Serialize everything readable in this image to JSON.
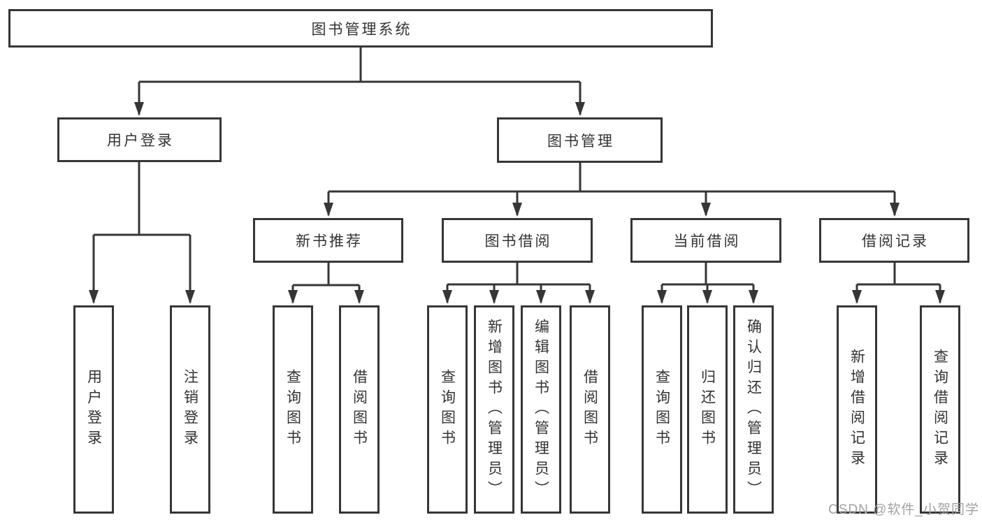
{
  "diagram": {
    "type": "hierarchy-tree",
    "nodes": {
      "root": "图书管理系统",
      "user_login": "用户登录",
      "book_mgmt": "图书管理",
      "new_book": "新书推荐",
      "book_borrow": "图书借阅",
      "current_borrow": "当前借阅",
      "borrow_record": "借阅记录",
      "leaf_login": "用户登录",
      "leaf_logout": "注销登录",
      "leaf_nb_query": "查询图书",
      "leaf_nb_borrow": "借阅图书",
      "leaf_bb_query": "查询图书",
      "leaf_bb_add": "新增图书（管理员）",
      "leaf_bb_edit": "编辑图书（管理员）",
      "leaf_bb_borrow": "借阅图书",
      "leaf_cb_query": "查询图书",
      "leaf_cb_return": "归还图书",
      "leaf_cb_confirm": "确认归还（管理员）",
      "leaf_br_add": "新增借阅记录",
      "leaf_br_query": "查询借阅记录"
    },
    "hierarchy": {
      "图书管理系统": [
        "用户登录",
        "图书管理"
      ],
      "用户登录": [
        "用户登录",
        "注销登录"
      ],
      "图书管理": [
        "新书推荐",
        "图书借阅",
        "当前借阅",
        "借阅记录"
      ],
      "新书推荐": [
        "查询图书",
        "借阅图书"
      ],
      "图书借阅": [
        "查询图书",
        "新增图书（管理员）",
        "编辑图书（管理员）",
        "借阅图书"
      ],
      "当前借阅": [
        "查询图书",
        "归还图书",
        "确认归还（管理员）"
      ],
      "借阅记录": [
        "新增借阅记录",
        "查询借阅记录"
      ]
    },
    "colors": {
      "line": "#363636",
      "border": "#363636",
      "text": "#333333",
      "background": "#ffffff",
      "watermark": "#a2a2a2"
    }
  },
  "watermark": "CSDN @软件_小贺同学"
}
